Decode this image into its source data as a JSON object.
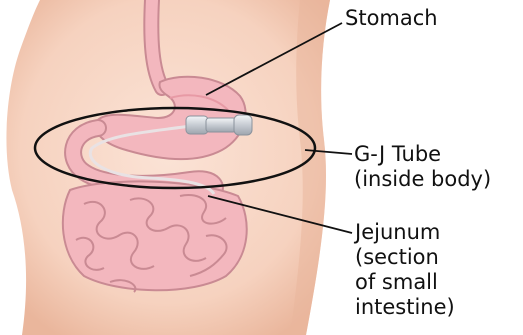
{
  "labels": {
    "stomach": "Stomach",
    "gj_tube": [
      "G-J Tube",
      "(inside body)"
    ],
    "jejunum": [
      "Jejunum",
      "(section",
      "of small",
      "intestine)"
    ]
  },
  "colors": {
    "skin": "#f6d2bf",
    "skin_shade": "#eab69c",
    "organ": "#f3b7be",
    "organ_outline": "#c98a93",
    "tube": "#d9dde3",
    "line": "#111111"
  }
}
